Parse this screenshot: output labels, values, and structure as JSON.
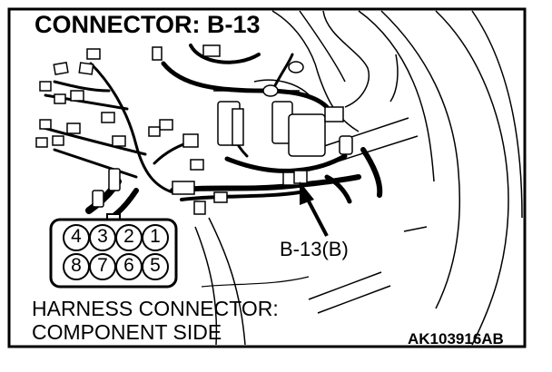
{
  "title": "CONNECTOR: B-13",
  "callout_label": "B-13(B)",
  "harness_label_line1": "HARNESS CONNECTOR:",
  "harness_label_line2": "COMPONENT SIDE",
  "figure_code": "AK103916AB",
  "connector_pins": {
    "top_row": [
      "4",
      "3",
      "2",
      "1"
    ],
    "bottom_row": [
      "8",
      "7",
      "6",
      "5"
    ]
  }
}
